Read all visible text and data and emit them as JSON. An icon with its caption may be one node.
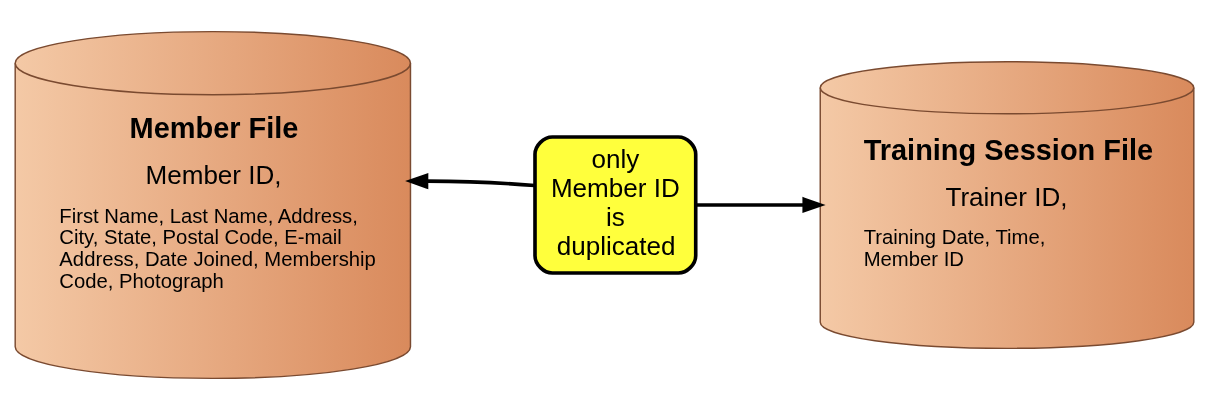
{
  "diagram": {
    "nodes": [
      {
        "text": [
          "Member File",
          "Member ID,",
          "First Name, Last Name, Address, City, State, Postal Code, E-mail Address, Date Joined, Membership Code, Photograph"
        ]
      },
      {
        "text": [
          "only Member ID is duplicated"
        ]
      },
      {
        "text": [
          "Training Session File",
          "Trainer ID,",
          "Training Date, Time, Member ID"
        ]
      }
    ],
    "edges": [
      {
        "from": 1,
        "to": 0,
        "arrow": "to"
      },
      {
        "from": 1,
        "to": 2,
        "arrow": "to"
      }
    ]
  }
}
